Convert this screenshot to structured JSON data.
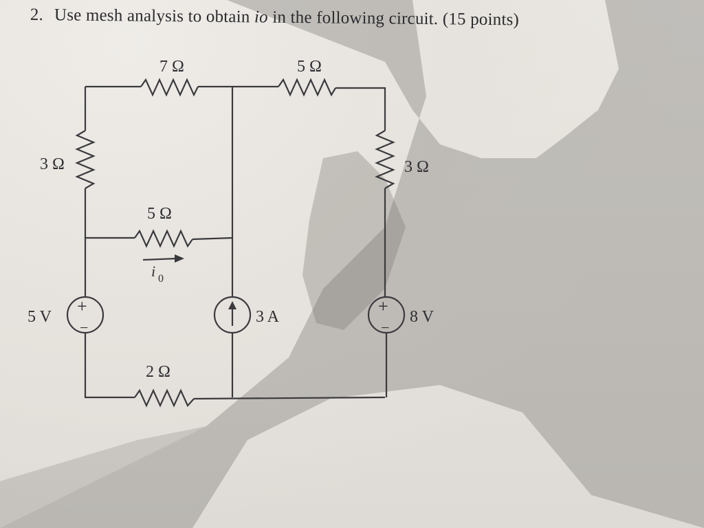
{
  "question": {
    "number": "2.",
    "text_before": "Use mesh analysis to obtain ",
    "variable": "io",
    "text_after": " in the following circuit. (15 points)"
  },
  "circuit": {
    "r_top_left": "7 Ω",
    "r_top_right": "5 Ω",
    "r_left": "3 Ω",
    "r_right": "3 Ω",
    "r_middle": "5 Ω",
    "r_bottom": "2 Ω",
    "current_label": "i",
    "current_subscript": "0",
    "voltage_left": "5 V",
    "voltage_right": "8 V",
    "current_source": "3 A",
    "plus_sign": "+",
    "minus_sign": "−"
  },
  "colors": {
    "ink": "#2e2e32",
    "paper": "#e6e2dd",
    "shadow": "#8d8985"
  }
}
